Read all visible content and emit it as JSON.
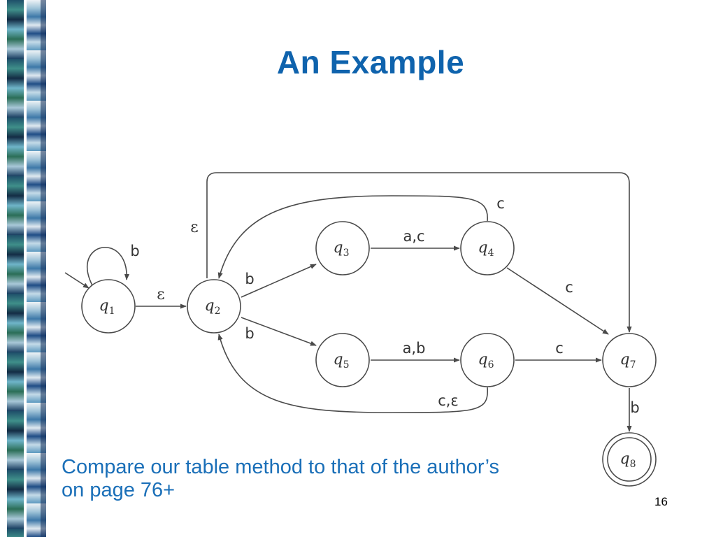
{
  "slide": {
    "title": "An Example",
    "caption_line1": "Compare our table method to that of the author’s",
    "caption_line2": "on page 76+",
    "page_number": "16"
  },
  "colors": {
    "title": "#0f63ad",
    "caption": "#1a6fb8",
    "stroke": "#4a4a4a"
  },
  "diagram": {
    "states": [
      {
        "id": "q1",
        "base": "q",
        "sub": "1"
      },
      {
        "id": "q2",
        "base": "q",
        "sub": "2"
      },
      {
        "id": "q3",
        "base": "q",
        "sub": "3"
      },
      {
        "id": "q4",
        "base": "q",
        "sub": "4"
      },
      {
        "id": "q5",
        "base": "q",
        "sub": "5"
      },
      {
        "id": "q6",
        "base": "q",
        "sub": "6"
      },
      {
        "id": "q7",
        "base": "q",
        "sub": "7"
      },
      {
        "id": "q8",
        "base": "q",
        "sub": "8",
        "accepting": true
      }
    ],
    "start_state": "q1",
    "transitions": [
      {
        "from": "q1",
        "to": "q1",
        "label": "b"
      },
      {
        "from": "q1",
        "to": "q2",
        "label": "ε"
      },
      {
        "from": "q2",
        "to": "q3",
        "label": "b"
      },
      {
        "from": "q2",
        "to": "q5",
        "label": "b"
      },
      {
        "from": "q3",
        "to": "q4",
        "label": "a,c"
      },
      {
        "from": "q5",
        "to": "q6",
        "label": "a,b"
      },
      {
        "from": "q4",
        "to": "q2",
        "label": "c"
      },
      {
        "from": "q4",
        "to": "q7",
        "label": "c"
      },
      {
        "from": "q6",
        "to": "q7",
        "label": "c"
      },
      {
        "from": "q6",
        "to": "q2",
        "label": "c,ε"
      },
      {
        "from": "q2",
        "to": "q7",
        "label": "ε"
      },
      {
        "from": "q7",
        "to": "q8",
        "label": "b"
      }
    ]
  }
}
